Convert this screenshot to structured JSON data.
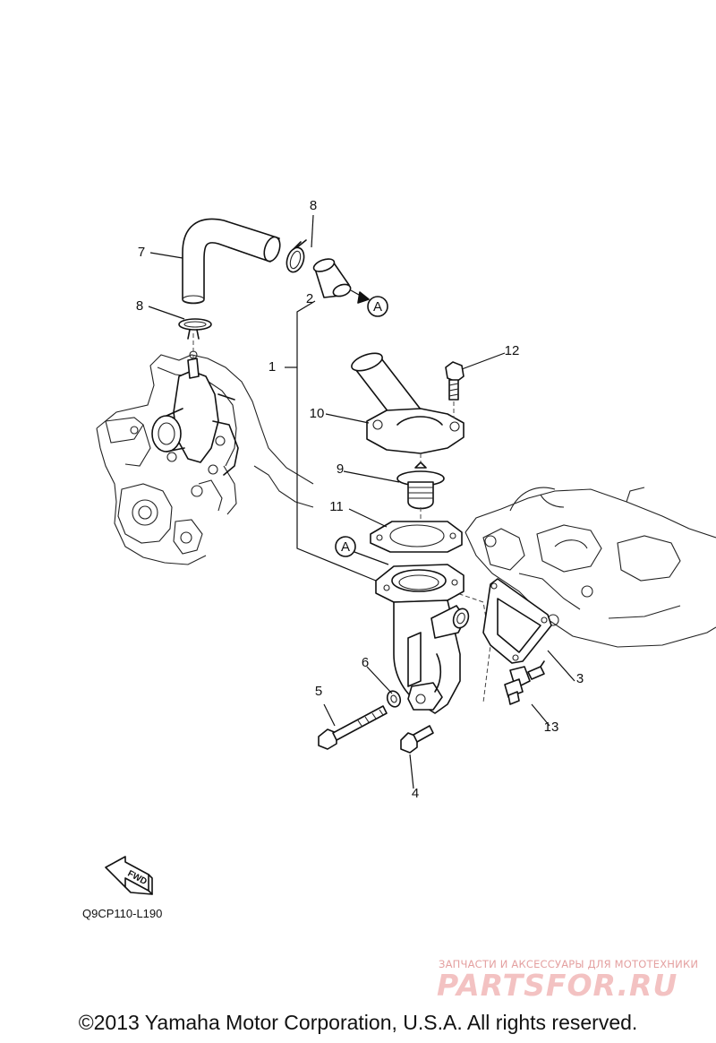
{
  "diagram": {
    "reference_code": "Q9CP110-L190",
    "fwd_label": "FWD",
    "section_marker": "A",
    "callouts": [
      "1",
      "2",
      "3",
      "4",
      "5",
      "6",
      "7",
      "8",
      "8",
      "9",
      "10",
      "11",
      "12",
      "13"
    ]
  },
  "footer": {
    "copyright": "©2013 Yamaha Motor Corporation, U.S.A. All rights reserved."
  },
  "watermark": {
    "tagline": "ЗАПЧАСТИ И АКСЕССУАРЫ ДЛЯ МОТОТЕХНИКИ",
    "logo": "PARTSFOR.RU"
  },
  "colors": {
    "line": "#111111",
    "watermark": "#f3c2c2"
  }
}
